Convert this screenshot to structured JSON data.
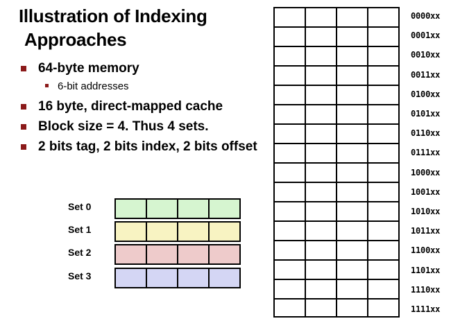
{
  "title": {
    "line1": "Illustration of Indexing",
    "line2": "Approaches"
  },
  "bullets": [
    {
      "level": 1,
      "text": "64-byte memory"
    },
    {
      "level": 2,
      "text": "6-bit addresses"
    },
    {
      "level": 1,
      "text": "16 byte, direct-mapped cache"
    },
    {
      "level": 1,
      "text": "Block size = 4.  Thus 4 sets."
    },
    {
      "level": 1,
      "text": "2 bits tag, 2 bits index, 2 bits offset"
    }
  ],
  "bullet_color": "#8b1a1a",
  "cache_sets": [
    {
      "label": "Set 0",
      "color": "#d6f5d0"
    },
    {
      "label": "Set 1",
      "color": "#f8f3c2"
    },
    {
      "label": "Set 2",
      "color": "#eecbcb"
    },
    {
      "label": "Set 3",
      "color": "#d4d6f4"
    }
  ],
  "memory_addresses": [
    "0000xx",
    "0001xx",
    "0010xx",
    "0011xx",
    "0100xx",
    "0101xx",
    "0110xx",
    "0111xx",
    "1000xx",
    "1001xx",
    "1010xx",
    "1011xx",
    "1100xx",
    "1101xx",
    "1110xx",
    "1111xx"
  ]
}
